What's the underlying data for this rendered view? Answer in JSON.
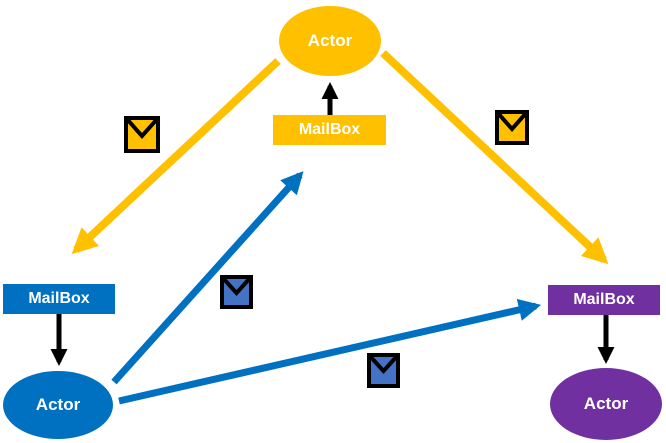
{
  "diagram": {
    "type": "actor-model-message-passing",
    "nodes": [
      {
        "id": "actor-top",
        "label": "Actor",
        "shape": "ellipse",
        "color": "#FFC000"
      },
      {
        "id": "mailbox-top",
        "label": "MailBox",
        "shape": "rect",
        "color": "#FFC000"
      },
      {
        "id": "mailbox-left",
        "label": "MailBox",
        "shape": "rect",
        "color": "#0070C0"
      },
      {
        "id": "actor-left",
        "label": "Actor",
        "shape": "ellipse",
        "color": "#0070C0"
      },
      {
        "id": "mailbox-right",
        "label": "MailBox",
        "shape": "rect",
        "color": "#7030A0"
      },
      {
        "id": "actor-right",
        "label": "Actor",
        "shape": "ellipse",
        "color": "#7030A0"
      }
    ],
    "connections": [
      {
        "from": "mailbox-top",
        "to": "actor-top",
        "color": "#000000",
        "style": "delivery-arrow"
      },
      {
        "from": "mailbox-left",
        "to": "actor-left",
        "color": "#000000",
        "style": "delivery-arrow"
      },
      {
        "from": "mailbox-right",
        "to": "actor-right",
        "color": "#000000",
        "style": "delivery-arrow"
      },
      {
        "from": "actor-top",
        "to": "mailbox-left",
        "color": "#FFC000",
        "style": "message-arrow",
        "icon": "envelope-gold"
      },
      {
        "from": "actor-top",
        "to": "mailbox-right",
        "color": "#FFC000",
        "style": "message-arrow",
        "icon": "envelope-gold"
      },
      {
        "from": "actor-left",
        "to": "mailbox-top",
        "color": "#0070C0",
        "style": "message-arrow",
        "icon": "envelope-blue"
      },
      {
        "from": "actor-left",
        "to": "mailbox-right",
        "color": "#0070C0",
        "style": "message-arrow",
        "icon": "envelope-blue"
      }
    ],
    "icons": [
      {
        "name": "envelope-icon",
        "fill": "#FFC000",
        "border": "#000000"
      },
      {
        "name": "envelope-icon",
        "fill": "#FFC000",
        "border": "#000000"
      },
      {
        "name": "envelope-icon",
        "fill": "#4472C4",
        "border": "#000000"
      },
      {
        "name": "envelope-icon",
        "fill": "#4472C4",
        "border": "#000000"
      }
    ]
  },
  "colors": {
    "gold": "#FFC000",
    "blue": "#0070C0",
    "purple": "#7030A0",
    "envelope_blue": "#4472C4",
    "envelope_gold": "#FFC000",
    "black": "#000000",
    "label_text": "#FFFFFF",
    "background": "#FFFFFF"
  }
}
